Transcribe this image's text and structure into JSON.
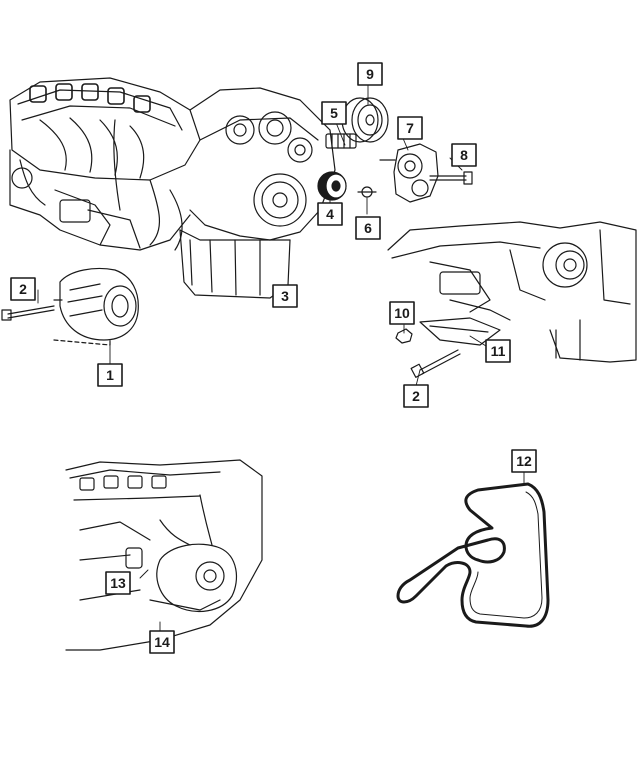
{
  "callouts": [
    {
      "id": "callout-1",
      "label": "1"
    },
    {
      "id": "callout-2a",
      "label": "2"
    },
    {
      "id": "callout-2b",
      "label": "2"
    },
    {
      "id": "callout-3",
      "label": "3"
    },
    {
      "id": "callout-4",
      "label": "4"
    },
    {
      "id": "callout-5",
      "label": "5"
    },
    {
      "id": "callout-6",
      "label": "6"
    },
    {
      "id": "callout-7",
      "label": "7"
    },
    {
      "id": "callout-8",
      "label": "8"
    },
    {
      "id": "callout-9",
      "label": "9"
    },
    {
      "id": "callout-10",
      "label": "10"
    },
    {
      "id": "callout-11",
      "label": "11"
    },
    {
      "id": "callout-12",
      "label": "12"
    },
    {
      "id": "callout-13",
      "label": "13"
    },
    {
      "id": "callout-14",
      "label": "14"
    }
  ],
  "colors": {
    "ink": "#1a1a1a",
    "background": "#ffffff"
  }
}
